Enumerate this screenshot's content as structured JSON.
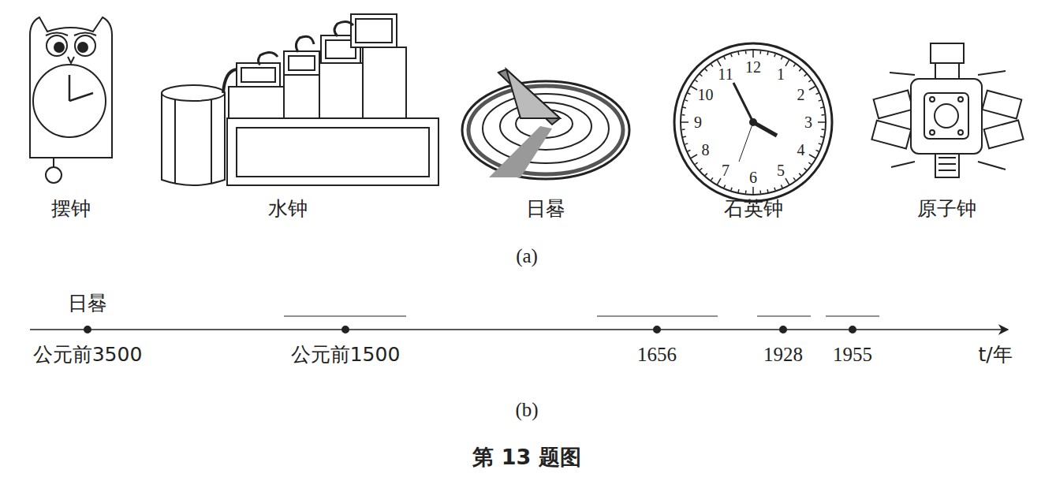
{
  "diagram": {
    "caption": "第 13 题图",
    "labels": [
      "摆钟",
      "水钟",
      "日晷",
      "石英钟",
      "原子钟",
      "(a)",
      "日晷",
      "公元前3500",
      "公元前1500",
      "1656",
      "1928",
      "1955",
      "t/年",
      "(b)",
      "12",
      "1",
      "2",
      "3",
      "4",
      "5",
      "6",
      "7",
      "8",
      "9",
      "10",
      "11"
    ]
  }
}
